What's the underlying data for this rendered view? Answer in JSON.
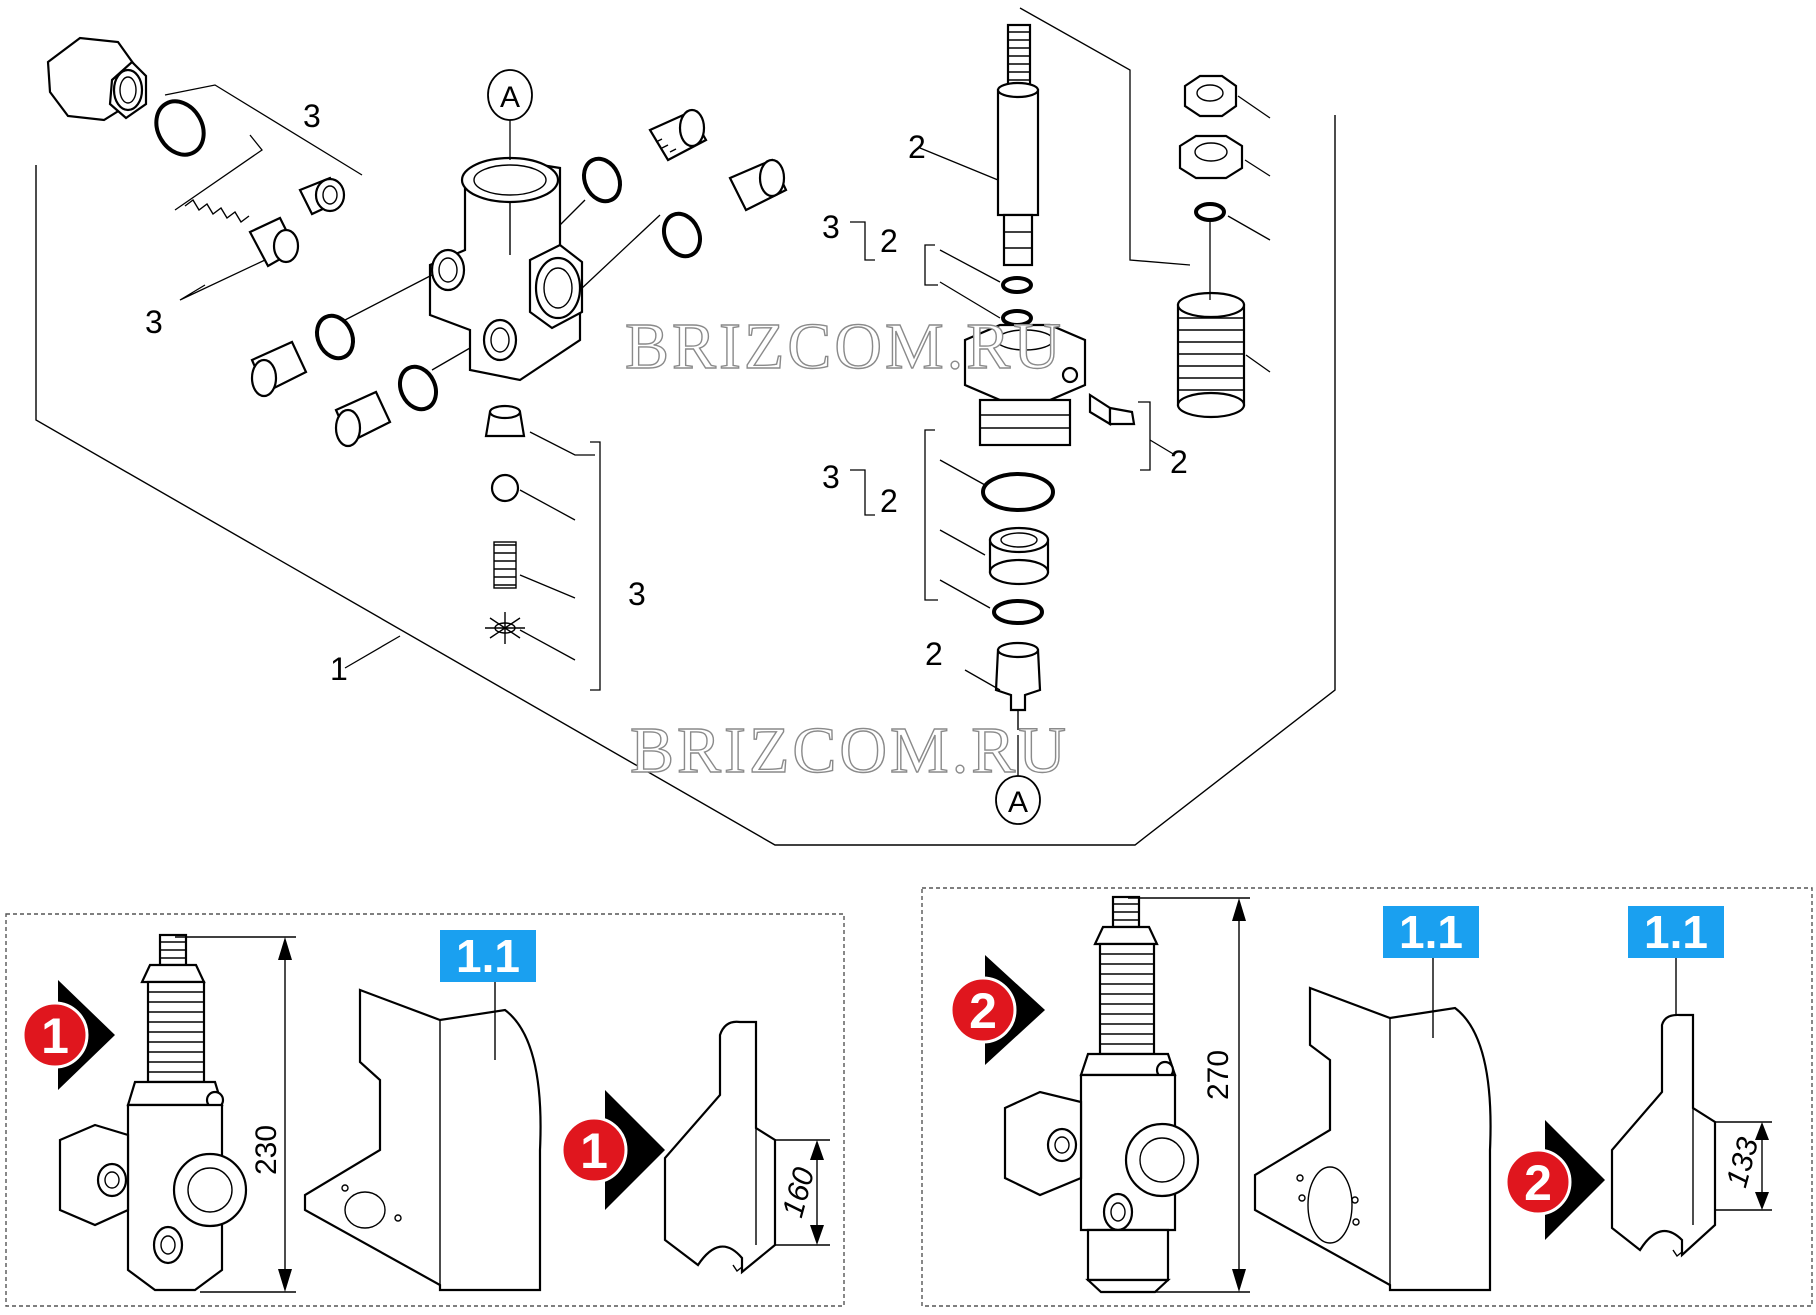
{
  "diagram": {
    "detail_marker": "A",
    "callouts": [
      "1",
      "2",
      "3"
    ],
    "watermark": "BRIZCOM.RU"
  },
  "variants": [
    {
      "marker": "1",
      "overall_height": "230",
      "reference": "1.1",
      "bracket_height": "160"
    },
    {
      "marker": "2",
      "overall_height": "270",
      "reference": "1.1",
      "bracket_height": "133"
    }
  ],
  "colors": {
    "reference_box": "#1aa0f0",
    "variant_marker": "#e0161e",
    "watermark_outline": "#8a8a8a"
  },
  "icons": [
    "variant-marker-arrow-icon",
    "detail-circle-icon"
  ]
}
